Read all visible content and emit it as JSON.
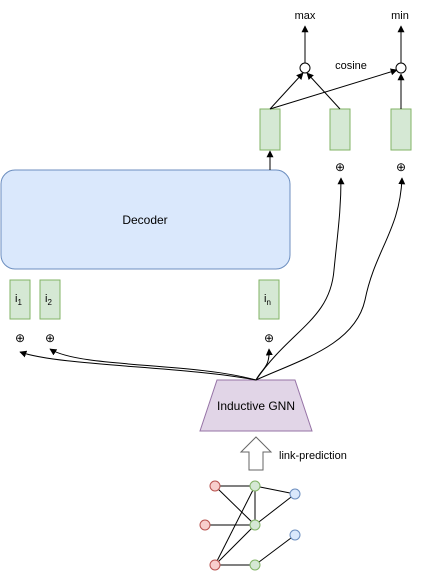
{
  "labels": {
    "decoder": "Decoder",
    "gnn": "Inductive GNN",
    "link_prediction": "link-prediction",
    "cosine": "cosine",
    "max": "max",
    "min": "min",
    "plus": "⊕"
  },
  "inputs": [
    {
      "base": "i",
      "sub": "1"
    },
    {
      "base": "i",
      "sub": "2"
    },
    {
      "base": "i",
      "sub": "n"
    }
  ],
  "graph": {
    "left_nodes": 3,
    "middle_nodes": 3,
    "right_nodes": 2
  },
  "colors": {
    "decoder_fill": "#dae8fc",
    "decoder_stroke": "#6c8ebf",
    "emb_fill": "#d5e8d4",
    "emb_stroke": "#82b366",
    "gnn_fill": "#e1d5e7",
    "gnn_stroke": "#9673a6",
    "node_red_fill": "#f8cecc",
    "node_red_stroke": "#b85450",
    "node_green_fill": "#d5e8d4",
    "node_green_stroke": "#82b366",
    "node_blue_fill": "#dae8fc",
    "node_blue_stroke": "#6c8ebf"
  }
}
